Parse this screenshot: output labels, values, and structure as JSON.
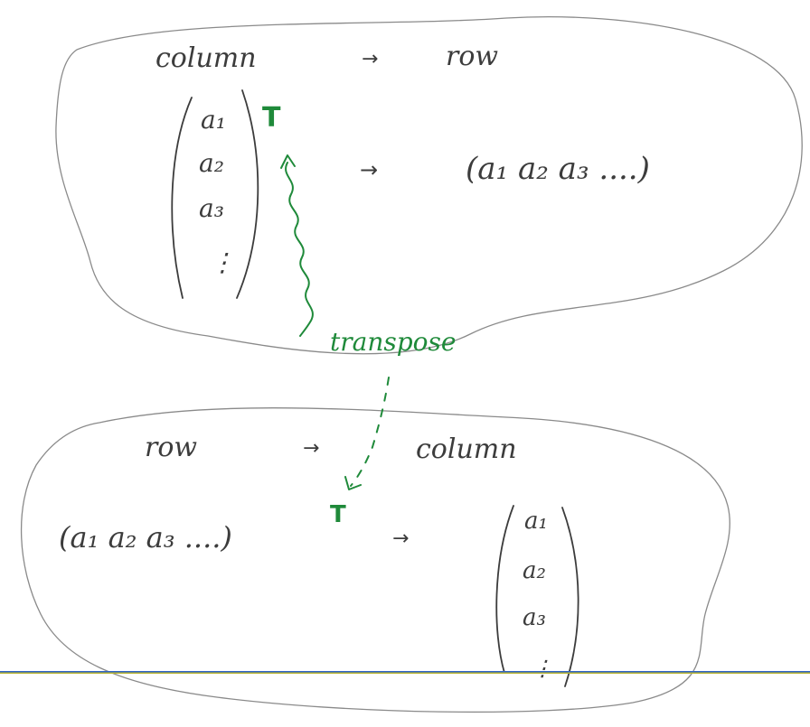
{
  "top_panel": {
    "header_from": "column",
    "header_arrow": "→",
    "header_to": "row",
    "column_entries": [
      "a₁",
      "a₂",
      "a₃",
      "⋮"
    ],
    "transpose_mark": "T",
    "mapping_arrow": "→",
    "row_vector": "(a₁  a₂  a₃ ....)"
  },
  "transpose_label": "transpose",
  "bottom_panel": {
    "header_from": "row",
    "header_arrow": "→",
    "header_to": "column",
    "row_vector": "(a₁  a₂ a₃ ....)",
    "transpose_mark": "T",
    "mapping_arrow": "→",
    "column_entries": [
      "a₁",
      "a₂",
      "a₃",
      "⋮"
    ]
  },
  "colors": {
    "ink": "#3c3c3c",
    "accent": "#1f8a3a",
    "cloud": "#8a8a8a",
    "rule_blue": "#2f63c8",
    "rule_yellow": "#b9b531"
  }
}
